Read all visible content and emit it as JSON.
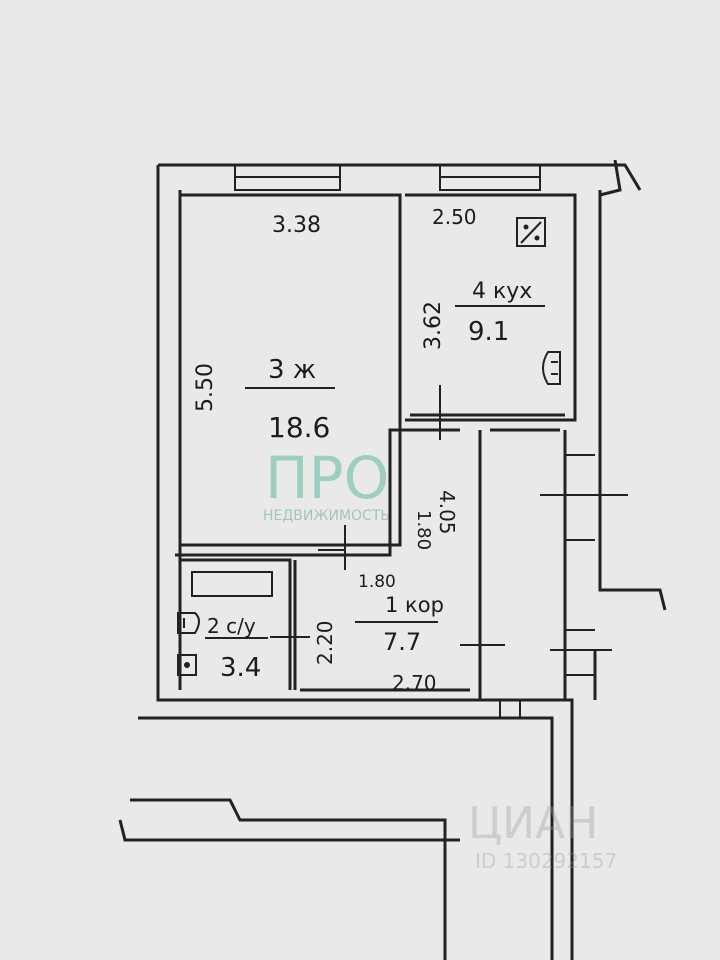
{
  "rooms": {
    "living": {
      "label": "3 ж",
      "area": "18.6",
      "width": "3.38",
      "length": "5.50"
    },
    "kitchen": {
      "label": "4 кух",
      "area": "9.1",
      "width": "2.50",
      "length": "3.62"
    },
    "bathroom": {
      "label": "2 с/у",
      "area": "3.4",
      "length": "2.20"
    },
    "corridor": {
      "label": "1 кор",
      "area": "7.7",
      "width": "1.80",
      "width_bottom": "2.70",
      "length": "4.05",
      "upper": "1.80"
    }
  },
  "watermark": {
    "brand": "ПРО",
    "subtitle": "НЕДВИЖИМОСТЬ",
    "listing_brand": "ЦИАН",
    "listing_id": "ID 130292157",
    "colors": {
      "brand": "#5fb8a3",
      "listing": "#9a9a9a"
    }
  },
  "icons": {
    "vent": "percent-vent-icon",
    "stove": "stove-icon",
    "toilet": "toilet-icon",
    "sink": "sink-icon",
    "bathtub": "bathtub-icon"
  },
  "colors": {
    "paper": "#e9e9e7",
    "ink": "#1c1c1c"
  }
}
